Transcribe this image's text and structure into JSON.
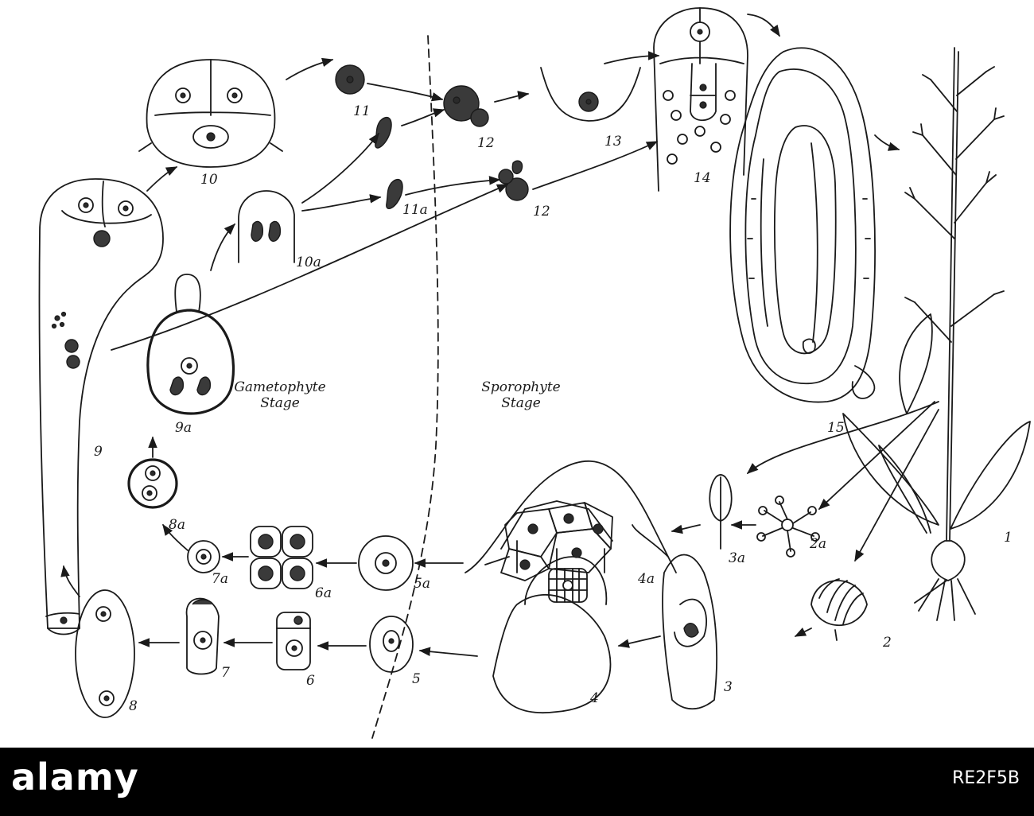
{
  "diagram": {
    "figure_labels": [
      "1",
      "2",
      "2a",
      "3",
      "3a",
      "4",
      "4a",
      "5",
      "5a",
      "6",
      "6a",
      "7",
      "7a",
      "8",
      "8a",
      "9",
      "9a",
      "10",
      "10a",
      "11",
      "11a",
      "12",
      "12",
      "13",
      "14",
      "15"
    ],
    "stage_left": "Gametophyte Stage",
    "stage_right": "Sporophyte Stage"
  },
  "footer": {
    "logo": "alamy",
    "stock_id": "RE2F5B",
    "colors": {
      "background": "#000000",
      "text": "#ffffff"
    }
  }
}
